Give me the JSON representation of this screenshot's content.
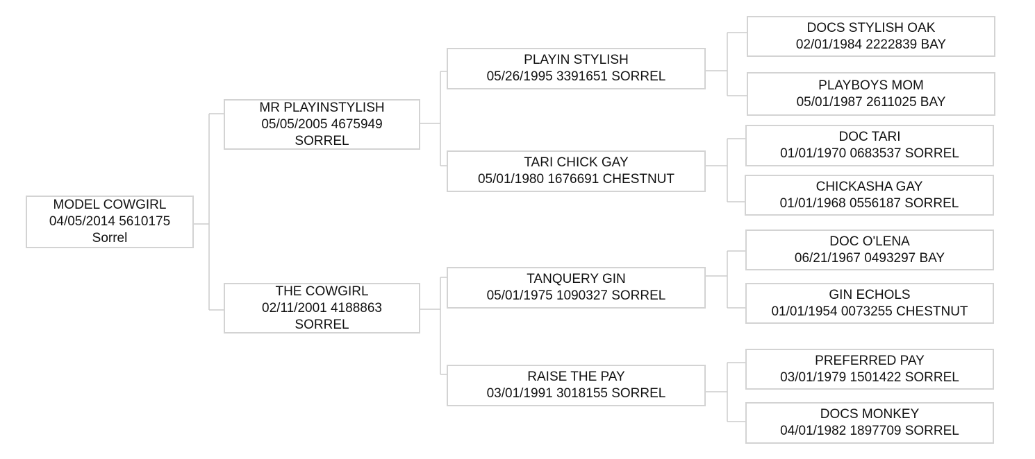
{
  "pedigree": {
    "self": {
      "name": "MODEL COWGIRL",
      "line2": "04/05/2014 5610175",
      "line3": "Sorrel"
    },
    "sire": {
      "name": "MR PLAYINSTYLISH",
      "line2": "05/05/2005 4675949",
      "line3": "SORREL"
    },
    "dam": {
      "name": "THE COWGIRL",
      "line2": "02/11/2001 4188863",
      "line3": "SORREL"
    },
    "sire_sire": {
      "name": "PLAYIN STYLISH",
      "line2": "05/26/1995 3391651 SORREL"
    },
    "sire_dam": {
      "name": "TARI CHICK GAY",
      "line2": "05/01/1980 1676691 CHESTNUT"
    },
    "dam_sire": {
      "name": "TANQUERY GIN",
      "line2": "05/01/1975 1090327 SORREL"
    },
    "dam_dam": {
      "name": "RAISE THE PAY",
      "line2": "03/01/1991 3018155 SORREL"
    },
    "sire_sire_sire": {
      "name": "DOCS STYLISH OAK",
      "line2": "02/01/1984 2222839 BAY"
    },
    "sire_sire_dam": {
      "name": "PLAYBOYS MOM",
      "line2": "05/01/1987 2611025 BAY"
    },
    "sire_dam_sire": {
      "name": "DOC TARI",
      "line2": "01/01/1970 0683537 SORREL"
    },
    "sire_dam_dam": {
      "name": "CHICKASHA GAY",
      "line2": "01/01/1968 0556187 SORREL"
    },
    "dam_sire_sire": {
      "name": "DOC O'LENA",
      "line2": "06/21/1967 0493297 BAY"
    },
    "dam_sire_dam": {
      "name": "GIN ECHOLS",
      "line2": "01/01/1954 0073255 CHESTNUT"
    },
    "dam_dam_sire": {
      "name": "PREFERRED PAY",
      "line2": "03/01/1979 1501422 SORREL"
    },
    "dam_dam_dam": {
      "name": "DOCS MONKEY",
      "line2": "04/01/1982 1897709 SORREL"
    }
  },
  "colors": {
    "border": "#d3d3d3",
    "connector": "#cccccc",
    "text": "#111111",
    "background": "#ffffff"
  }
}
